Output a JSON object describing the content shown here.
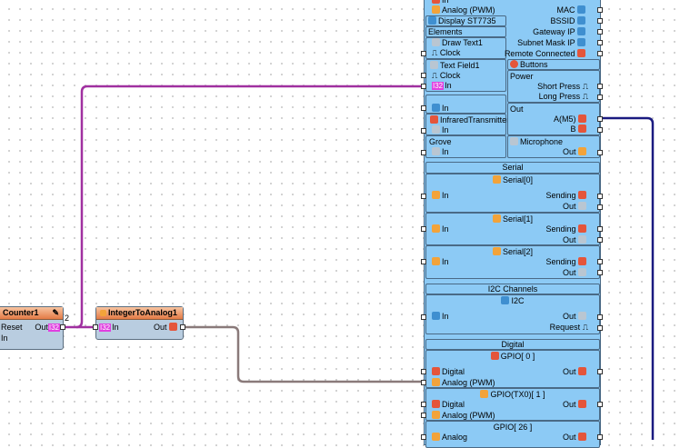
{
  "board": {
    "left": {
      "in_top": "In",
      "analog_pwm": "Analog (PWM)",
      "display": "Display ST7735",
      "elements": "Elements",
      "draw_text": "Draw Text1",
      "clock": "Clock",
      "text_field": "Text Field1",
      "clock2": "Clock",
      "i32": "I32",
      "in": "In",
      "in2": "In",
      "ir": "InfraredTransmitter",
      "ir_in": "In",
      "grove": "Grove",
      "grove_in": "In"
    },
    "right": {
      "mac": "MAC",
      "bssid": "BSSID",
      "gateway": "Gateway IP",
      "subnet": "Subnet Mask IP",
      "remote": "Remote Connected",
      "buttons": "Buttons",
      "power": "Power",
      "short": "Short Press",
      "long": "Long Press",
      "out": "Out",
      "a": "A(M5)",
      "b": "B",
      "mic": "Microphone",
      "mic_out": "Out"
    },
    "serial": {
      "header": "Serial",
      "ports": [
        {
          "title": "Serial[0]",
          "in": "In",
          "sending": "Sending",
          "out": "Out"
        },
        {
          "title": "Serial[1]",
          "in": "In",
          "sending": "Sending",
          "out": "Out"
        },
        {
          "title": "Serial[2]",
          "in": "In",
          "sending": "Sending",
          "out": "Out"
        }
      ]
    },
    "i2c": {
      "header": "I2C Channels",
      "title": "I2C",
      "in": "In",
      "out": "Out",
      "request": "Request"
    },
    "digital": {
      "header": "Digital",
      "gpio": [
        {
          "title": "GPIO[ 0 ]",
          "digital": "Digital",
          "analog": "Analog (PWM)",
          "out": "Out"
        },
        {
          "title": "GPIO(TX0)[ 1 ]",
          "digital": "Digital",
          "analog": "Analog (PWM)",
          "out": "Out"
        },
        {
          "title": "GPIO[ 26 ]",
          "analog": "Analog",
          "out": "Out"
        }
      ]
    }
  },
  "counter": {
    "title": "Counter1",
    "reset": "Reset",
    "in": "In",
    "out": "Out",
    "i32": "I32",
    "wire_count": "2"
  },
  "int2analog": {
    "title": "IntegerToAnalog1",
    "i32": "I32",
    "in": "In",
    "out": "Out"
  }
}
